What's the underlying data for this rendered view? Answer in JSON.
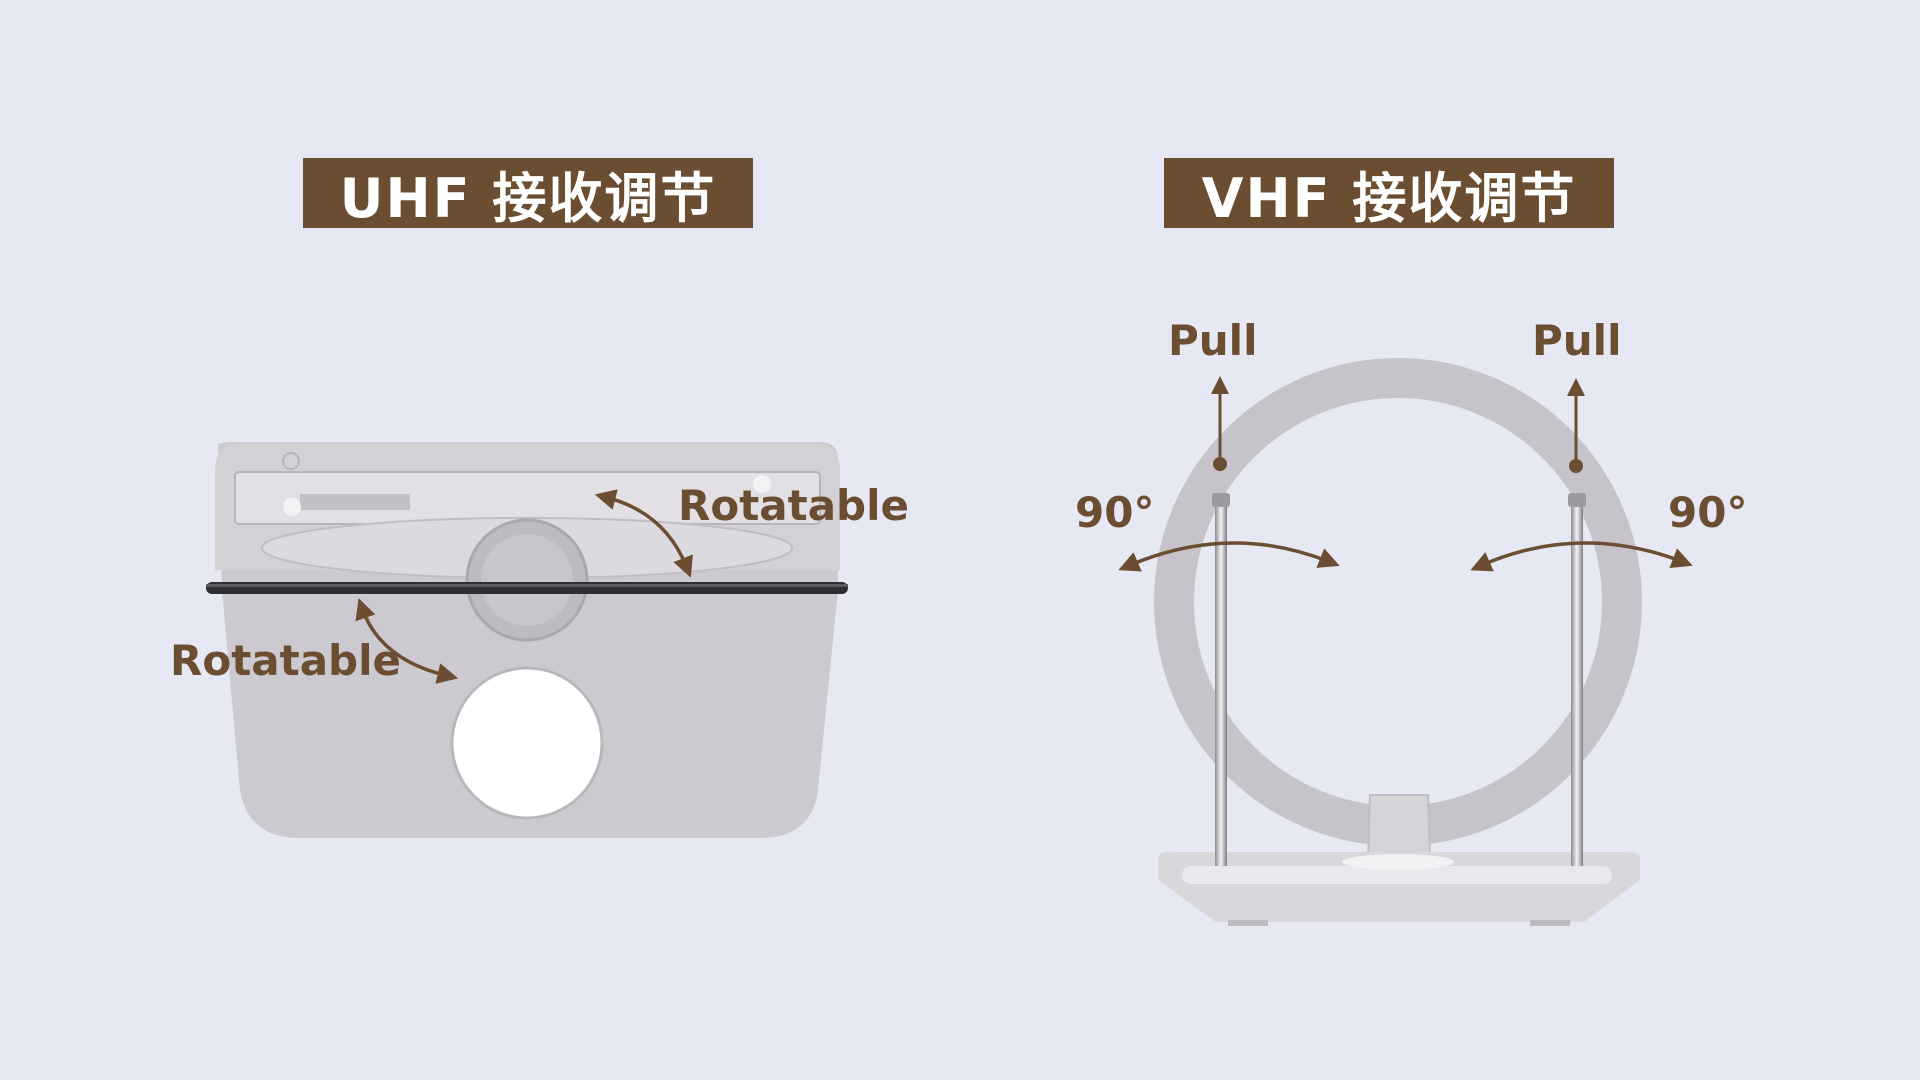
{
  "left_panel": {
    "title": "UHF 接收调节",
    "label_top": "Rotatable",
    "label_bottom": "Rotatable"
  },
  "right_panel": {
    "title": "VHF 接收调节",
    "pull_left": "Pull",
    "pull_right": "Pull",
    "angle_left": "90°",
    "angle_right": "90°"
  },
  "colors": {
    "background": "#e6e8f3",
    "accent": "#6b4e31",
    "device": "#c9c7cd"
  }
}
